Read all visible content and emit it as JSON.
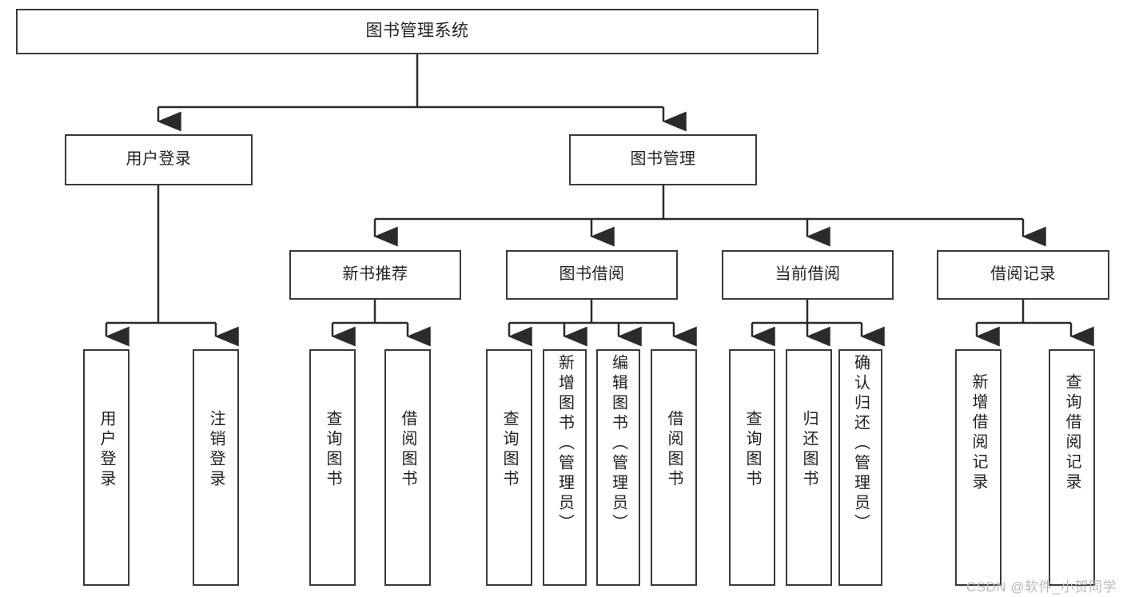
{
  "diagram": {
    "title": "图书管理系统",
    "type": "tree-hierarchy",
    "root": {
      "label": "图书管理系统"
    },
    "level2": [
      {
        "label": "用户登录"
      },
      {
        "label": "图书管理"
      }
    ],
    "level3": [
      {
        "label": "新书推荐"
      },
      {
        "label": "图书借阅"
      },
      {
        "label": "当前借阅"
      },
      {
        "label": "借阅记录"
      }
    ],
    "leaves": {
      "user_login": [
        {
          "label": "用户登录"
        },
        {
          "label": "注销登录"
        }
      ],
      "new_book_recommend": [
        {
          "label": "查询图书"
        },
        {
          "label": "借阅图书"
        }
      ],
      "book_borrow": [
        {
          "label": "查询图书"
        },
        {
          "label": "新增图书（管理员）"
        },
        {
          "label": "编辑图书（管理员）"
        },
        {
          "label": "借阅图书"
        }
      ],
      "current_borrow": [
        {
          "label": "查询图书"
        },
        {
          "label": "归还图书"
        },
        {
          "label": "确认归还（管理员）"
        }
      ],
      "borrow_record": [
        {
          "label": "新增借阅记录"
        },
        {
          "label": "查询借阅记录"
        }
      ]
    }
  },
  "watermark": {
    "text": "CSDN @软件_小贺同学"
  },
  "colors": {
    "box_border": "#3a3a3a",
    "box_fill": "#ffffff",
    "text": "#231f20",
    "connector": "#2b2b2b",
    "watermark": "#b9b9b9"
  }
}
